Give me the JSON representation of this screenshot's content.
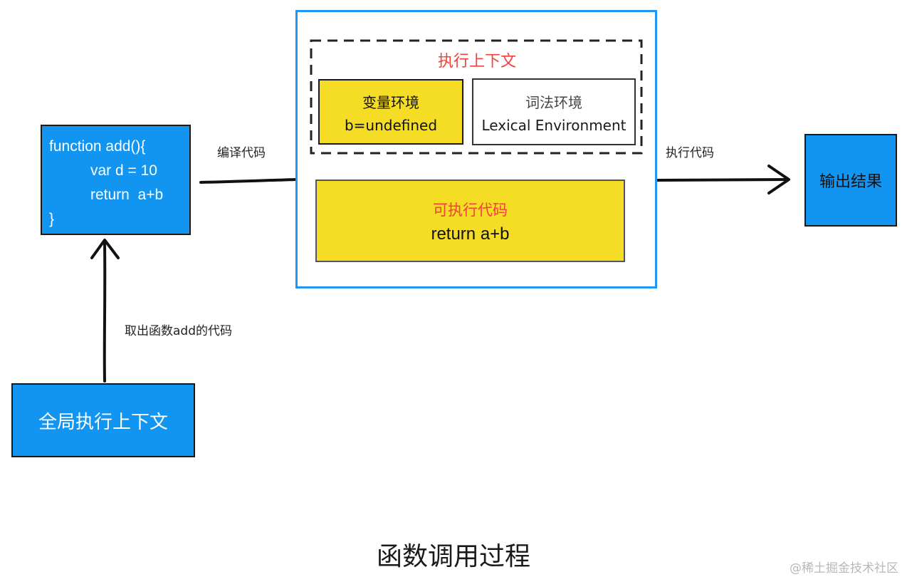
{
  "code_box": {
    "lines": [
      "function add(){",
      "var d = 10",
      "return  a+b",
      "}"
    ]
  },
  "global_context": {
    "label": "全局执行上下文"
  },
  "execution_context": {
    "title": "执行上下文",
    "variable_environment": {
      "title": "变量环境",
      "content": "b=undefined"
    },
    "lexical_environment": {
      "title": "词法环境",
      "content": "Lexical Environment"
    }
  },
  "executable_code": {
    "title": "可执行代码",
    "content": "return  a+b"
  },
  "output": {
    "label": "输出结果"
  },
  "arrows": {
    "compile_label": "编译代码",
    "execute_label": "执行代码",
    "fetch_label": "取出函数add的代码"
  },
  "caption": "函数调用过程",
  "watermark": "@稀土掘金技术社区",
  "colors": {
    "box_blue": "#1295f0",
    "container_border": "#2196f3",
    "highlight_yellow": "#f5dc25",
    "title_red": "#f0413a"
  }
}
